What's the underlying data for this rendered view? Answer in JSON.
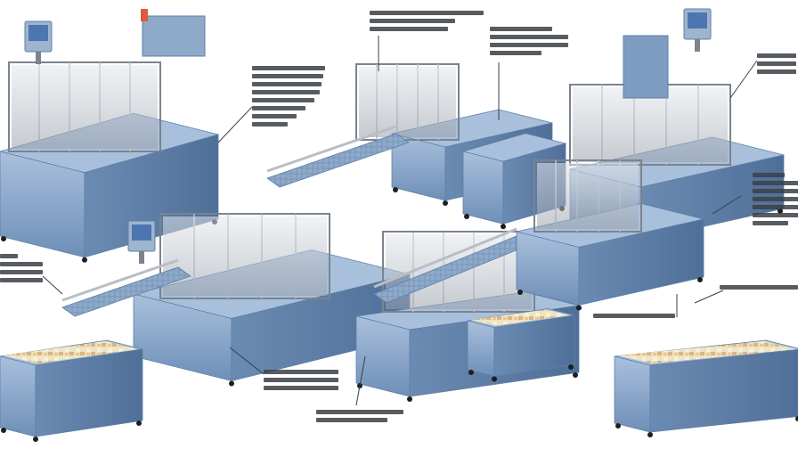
{
  "palette": {
    "background": "#ffffff",
    "machine_blue": "#7f9fc4",
    "machine_blue_dark": "#5d7fa8",
    "machine_blue_light": "#a9c0dc",
    "steel": "#b8bec6",
    "steel_dark": "#7b838d",
    "leader_line": "#3a3f45",
    "callout_text": "#3b3f45",
    "screen_blue": "#4d76b0",
    "product_cream": "#efe3c0",
    "product_tan": "#d8b48a"
  },
  "icons": [
    "control-panel-icon",
    "conveyor-icon",
    "product-crate-icon"
  ],
  "callouts": [
    {
      "id": "top-center"
    },
    {
      "id": "top-right-a"
    },
    {
      "id": "top-right-b"
    },
    {
      "id": "left-upper"
    },
    {
      "id": "left-middle"
    },
    {
      "id": "right-middle"
    },
    {
      "id": "right-lower"
    },
    {
      "id": "bottom-center-a"
    },
    {
      "id": "bottom-center-b"
    },
    {
      "id": "bottom-right"
    }
  ]
}
